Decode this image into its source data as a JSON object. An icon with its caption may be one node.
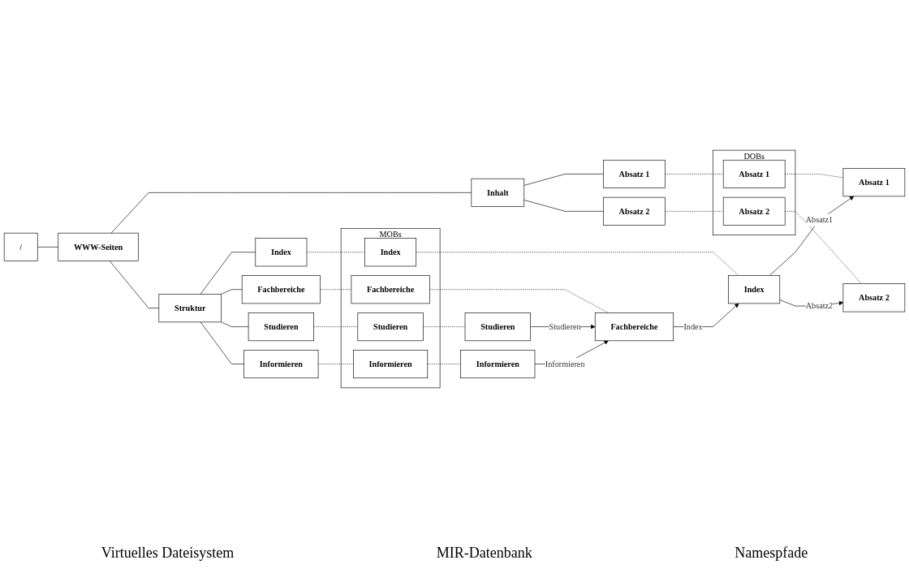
{
  "diagram": {
    "nodes": [
      {
        "text": [
          "/"
        ]
      },
      {
        "text": [
          "WWW-Seiten"
        ]
      },
      {
        "text": [
          "Struktur"
        ]
      },
      {
        "text": [
          "Fachbereiche"
        ]
      },
      {
        "text": [
          "Index"
        ]
      },
      {
        "text": [
          "Informieren"
        ]
      },
      {
        "text": [
          "Studieren"
        ]
      },
      {
        "text": [
          "Inhalt"
        ]
      },
      {
        "text": [
          "Absatz 1"
        ]
      },
      {
        "text": [
          "Absatz 2"
        ]
      },
      {
        "text": [
          "MOBs"
        ]
      },
      {
        "text": [
          "Studieren"
        ],
        "in": 10
      },
      {
        "text": [
          "Informieren"
        ],
        "in": 10
      },
      {
        "text": [
          "Fachbereiche"
        ],
        "in": 10
      },
      {
        "text": [
          "Index"
        ],
        "in": 10
      },
      {
        "text": [
          "DOBs"
        ]
      },
      {
        "text": [
          "Absatz 1"
        ],
        "in": 15
      },
      {
        "text": [
          "Absatz 2"
        ],
        "in": 15
      },
      {
        "text": [
          "Studieren"
        ]
      },
      {
        "text": [
          "Informieren"
        ]
      },
      {
        "text": [
          "Fachbereiche"
        ]
      },
      {
        "text": [
          "Index"
        ]
      },
      {
        "text": [
          "Absatz 1"
        ]
      },
      {
        "text": [
          "Absatz 2"
        ]
      }
    ],
    "edges": [
      {
        "from": 0,
        "to": 1,
        "arrow": "none"
      },
      {
        "from": 1,
        "to": 2,
        "arrow": "none"
      },
      {
        "from": 2,
        "to": 3,
        "arrow": "none"
      },
      {
        "from": 2,
        "to": 4,
        "arrow": "none"
      },
      {
        "from": 2,
        "to": 5,
        "arrow": "none"
      },
      {
        "from": 2,
        "to": 6,
        "arrow": "none"
      },
      {
        "from": 1,
        "to": 7,
        "arrow": "none"
      },
      {
        "from": 7,
        "to": 8,
        "arrow": "none"
      },
      {
        "from": 7,
        "to": 9,
        "arrow": "none"
      },
      {
        "from": 3,
        "to": 13,
        "arrow": "none",
        "style": "dashed"
      },
      {
        "from": 4,
        "to": 14,
        "arrow": "none",
        "style": "dashed"
      },
      {
        "from": 5,
        "to": 12,
        "arrow": "none",
        "style": "dashed"
      },
      {
        "from": 6,
        "to": 11,
        "arrow": "none",
        "style": "dashed"
      },
      {
        "from": 8,
        "to": 16,
        "arrow": "none",
        "style": "dashed"
      },
      {
        "from": 9,
        "to": 17,
        "arrow": "none",
        "style": "dashed"
      },
      {
        "from": 11,
        "to": 18,
        "arrow": "none",
        "style": "dashed"
      },
      {
        "from": 12,
        "to": 19,
        "arrow": "none",
        "style": "dashed"
      },
      {
        "from": 13,
        "to": 20,
        "arrow": "none",
        "style": "dashed"
      },
      {
        "from": 14,
        "to": 21,
        "arrow": "none",
        "style": "dashed"
      },
      {
        "from": 16,
        "to": 22,
        "arrow": "none",
        "style": "dashed"
      },
      {
        "from": 17,
        "to": 23,
        "arrow": "none",
        "style": "dashed"
      },
      {
        "from": 18,
        "to": 20,
        "arrow": "to",
        "label": "Studieren"
      },
      {
        "from": 19,
        "to": 20,
        "arrow": "to",
        "label": "Informieren"
      },
      {
        "from": 20,
        "to": 21,
        "arrow": "to",
        "label": "Index"
      },
      {
        "from": 21,
        "to": 22,
        "arrow": "to",
        "label": "Absatz1"
      },
      {
        "from": 21,
        "to": 23,
        "arrow": "to",
        "label": "Absatz2"
      }
    ],
    "labels": [
      "Virtuelles Dateisystem",
      "MIR-Datenbank",
      "Namespfade"
    ]
  }
}
